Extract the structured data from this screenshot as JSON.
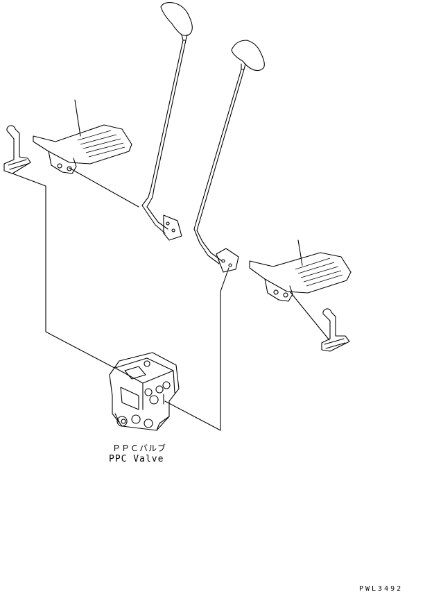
{
  "labels": {
    "valve_jp": "ＰＰＣバルブ",
    "valve_en": "PPC Valve",
    "drawing_code": "PWL3492"
  },
  "colors": {
    "line": "#000000",
    "background": "#ffffff"
  }
}
